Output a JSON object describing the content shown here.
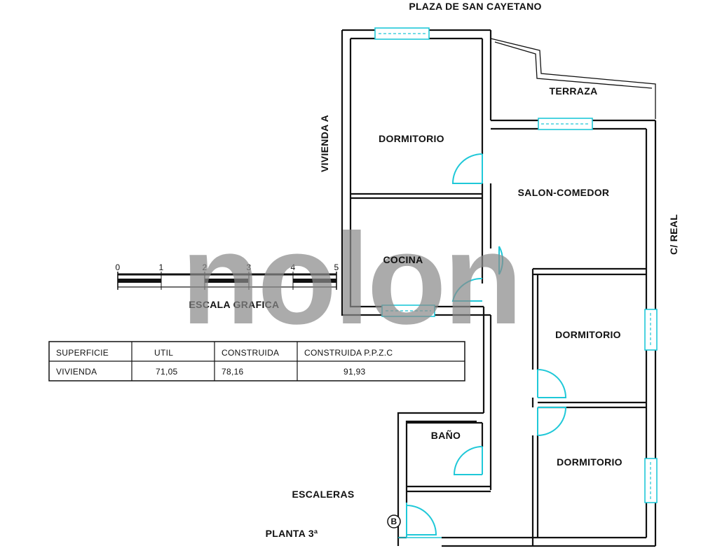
{
  "plan": {
    "top_label": "PLAZA DE SAN CAYETANO",
    "side_left_label": "VIVIENDA A",
    "side_right_label": "C/ REAL",
    "floor_label": "PLANTA 3ª",
    "stairs_label": "ESCALERAS",
    "entrance_marker": "B",
    "rooms": {
      "dormitorio_1": "DORMITORIO",
      "terraza": "TERRAZA",
      "salon": "SALON-COMEDOR",
      "cocina": "COCINA",
      "dormitorio_2": "DORMITORIO",
      "bano": "BAÑO",
      "dormitorio_3": "DORMITORIO"
    }
  },
  "scale": {
    "title": "ESCALA GRAFICA",
    "ticks": [
      "0",
      "1",
      "2",
      "3",
      "4",
      "5"
    ]
  },
  "area_table": {
    "headers": [
      "SUPERFICIE",
      "UTIL",
      "CONSTRUIDA",
      "CONSTRUIDA P.P.Z.C"
    ],
    "row": [
      "VIVIENDA",
      "71,05",
      "78,16",
      "91,93"
    ]
  },
  "watermark": "nolon",
  "colors": {
    "walls": "#111111",
    "openings": "#1fc8d8",
    "watermark": "#8a8a8a"
  }
}
